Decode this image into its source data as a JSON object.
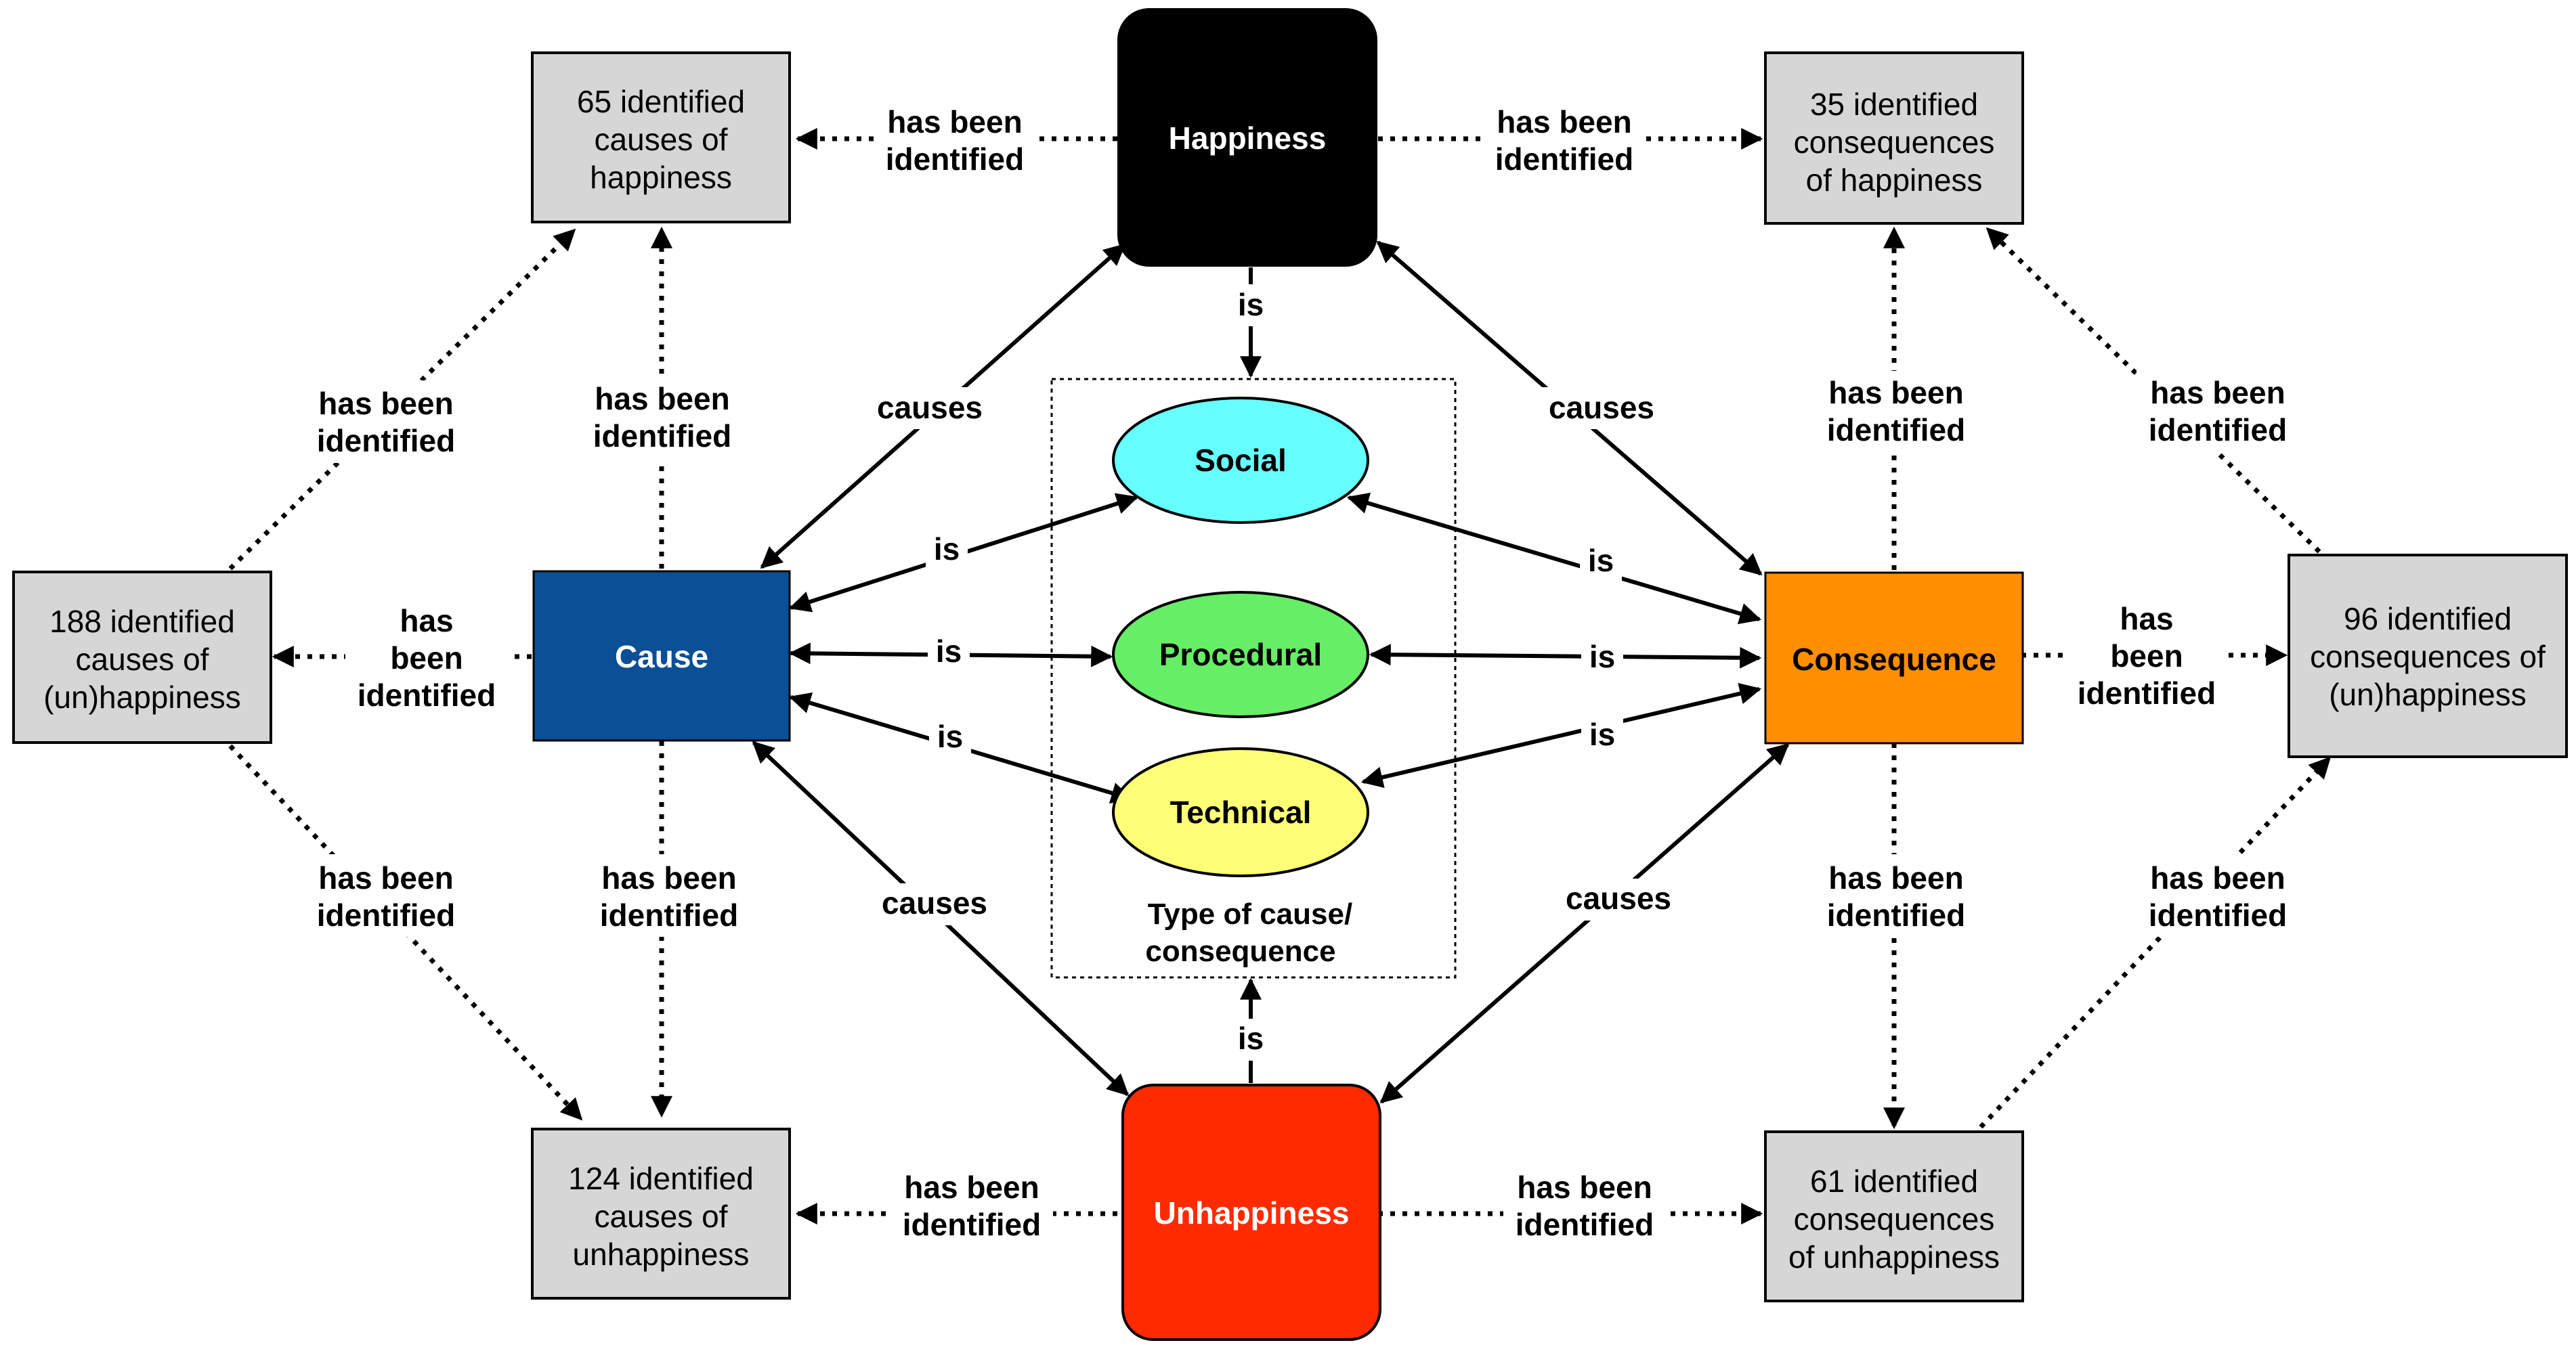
{
  "diagram": {
    "nodes": {
      "happiness": {
        "label": "Happiness",
        "fill": "#000000",
        "text_color": "#ffffff"
      },
      "unhappiness": {
        "label": "Unhappiness",
        "fill": "#ff2a00",
        "text_color": "#ffffff"
      },
      "cause": {
        "label": "Cause",
        "fill": "#0b4f96",
        "text_color": "#ffffff"
      },
      "consequence": {
        "label": "Consequence",
        "fill": "#ff8f00",
        "text_color": "#000000"
      },
      "social": {
        "label": "Social",
        "fill": "#66ffff"
      },
      "procedural": {
        "label": "Procedural",
        "fill": "#66ee66"
      },
      "technical": {
        "label": "Technical",
        "fill": "#ffff77"
      },
      "causes_happiness": {
        "lines": [
          "65 identified",
          "causes of",
          "happiness"
        ]
      },
      "consequences_happiness": {
        "lines": [
          "35 identified",
          "consequences",
          "of happiness"
        ]
      },
      "causes_unhappiness_all": {
        "lines": [
          "188 identified",
          "causes of",
          "(un)happiness"
        ]
      },
      "consequences_unhappiness_all": {
        "lines": [
          "96 identified",
          "consequences of",
          "(un)happiness"
        ]
      },
      "causes_unhappiness": {
        "lines": [
          "124 identified",
          "causes of",
          "unhappiness"
        ]
      },
      "consequences_unhappiness": {
        "lines": [
          "61 identified",
          "consequences",
          "of unhappiness"
        ]
      }
    },
    "type_group_label": [
      "Type of cause/",
      "consequence"
    ],
    "gray_fill": "#d6d6d6",
    "edge_labels": {
      "is": "is",
      "causes": "causes",
      "has_been_identified": [
        "has been",
        "identified"
      ],
      "has_been_identified_three": [
        "has",
        "been",
        "identified"
      ]
    }
  }
}
